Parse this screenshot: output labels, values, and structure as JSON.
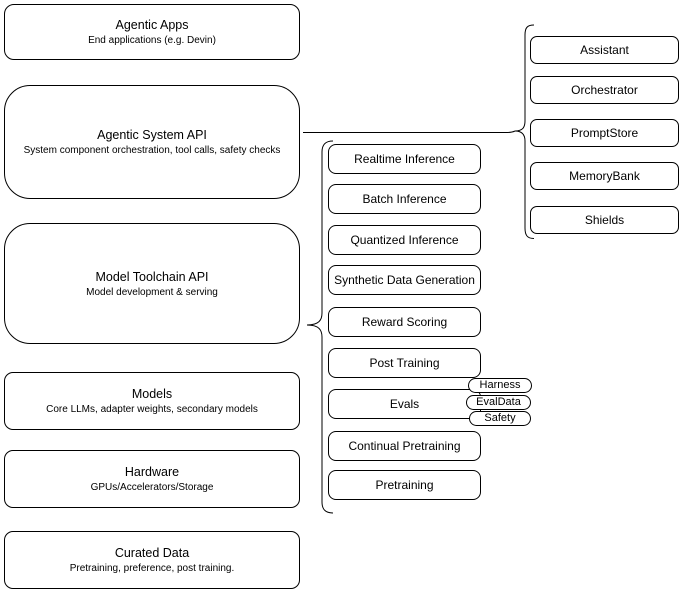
{
  "diagram": {
    "left_stack": [
      {
        "title": "Agentic Apps",
        "subtitle": "End applications (e.g. Devin)"
      },
      {
        "title": "Agentic System API",
        "subtitle": "System component orchestration, tool calls, safety checks"
      },
      {
        "title": "Model Toolchain API",
        "subtitle": "Model development & serving"
      },
      {
        "title": "Models",
        "subtitle": "Core LLMs, adapter weights, secondary models"
      },
      {
        "title": "Hardware",
        "subtitle": "GPUs/Accelerators/Storage"
      },
      {
        "title": "Curated Data",
        "subtitle": "Pretraining, preference, post training."
      }
    ],
    "toolchain_components": [
      "Realtime Inference",
      "Batch Inference",
      "Quantized Inference",
      "Synthetic Data Generation",
      "Reward Scoring",
      "Post Training",
      "Evals",
      "Continual Pretraining",
      "Pretraining"
    ],
    "evals_tags": [
      "Harness",
      "EvalData",
      "Safety"
    ],
    "system_components": [
      "Assistant",
      "Orchestrator",
      "PromptStore",
      "MemoryBank",
      "Shields"
    ],
    "colors": {
      "stroke": "#000000",
      "fill": "#ffffff",
      "background": "#ffffff"
    }
  }
}
